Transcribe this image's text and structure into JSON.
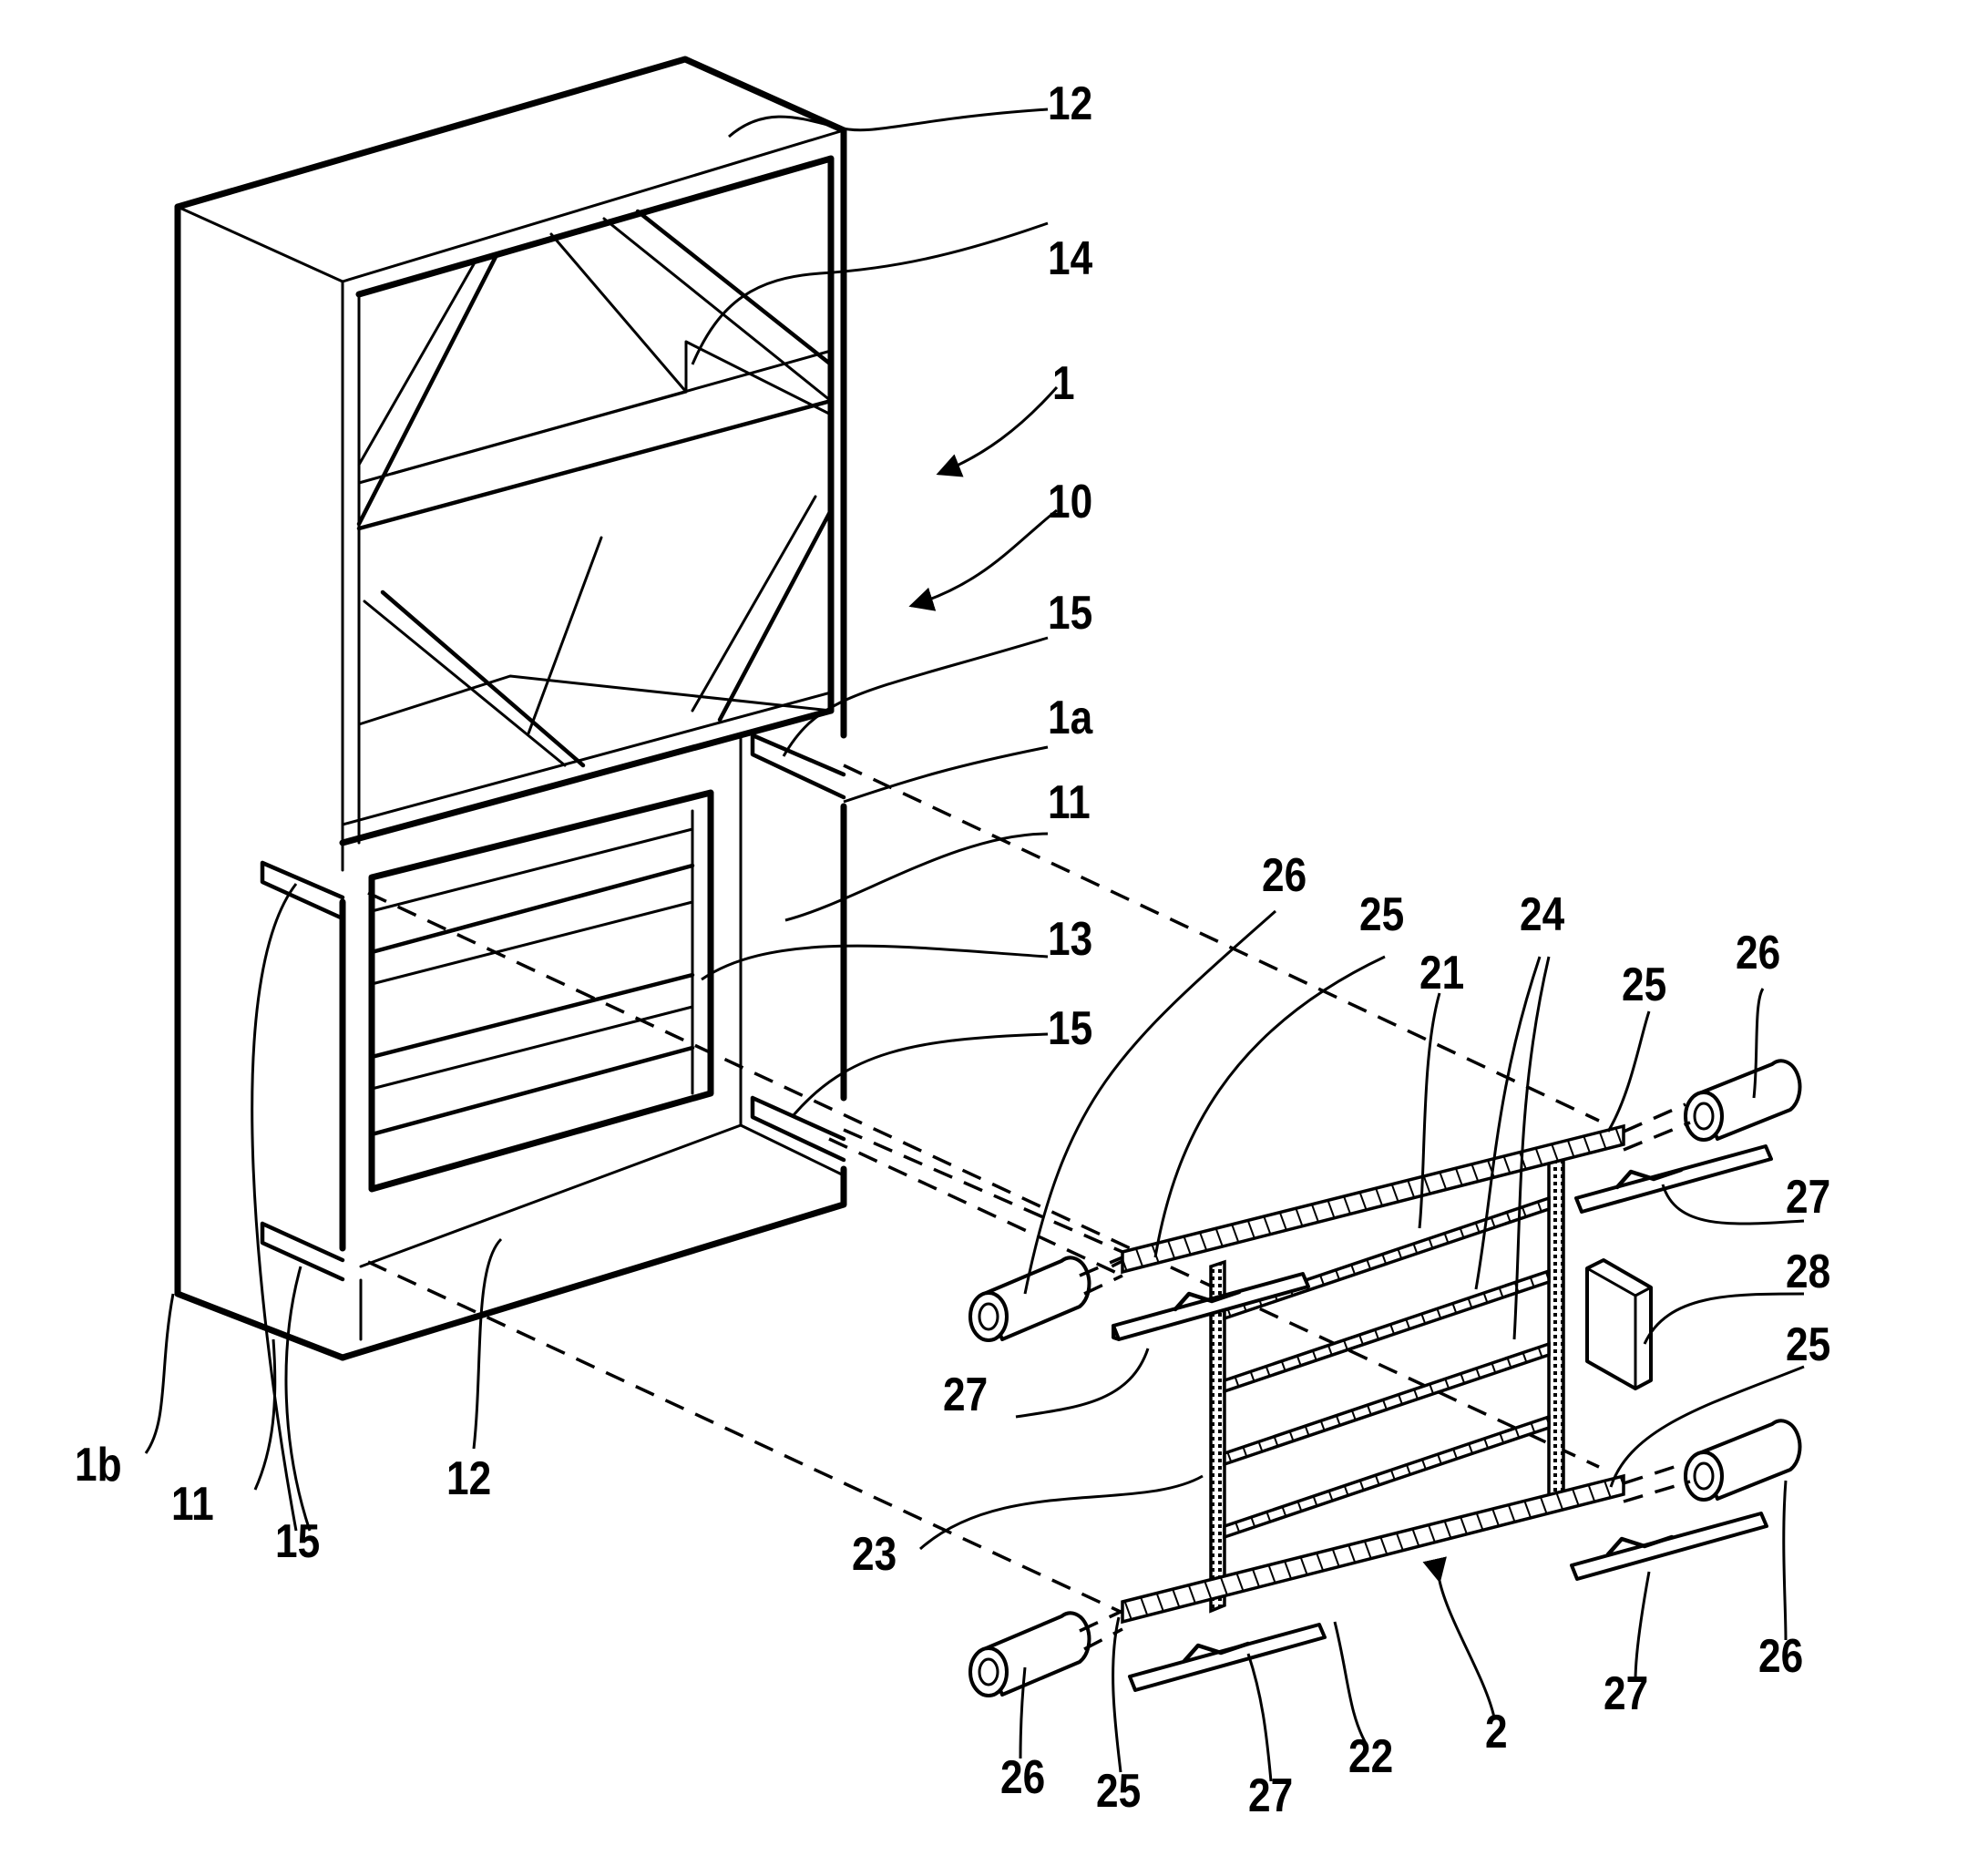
{
  "figure": {
    "description_domain": "patent-drawing",
    "ink_color": "#000000",
    "paper_color": "#ffffff"
  },
  "labels": {
    "l12_top": "12",
    "l14": "14",
    "l1": "1",
    "l10": "10",
    "l15_a": "15",
    "l1a": "1a",
    "l11_a": "11",
    "l13": "13",
    "l15_b": "15",
    "l26_a": "26",
    "l25_a": "25",
    "l24": "24",
    "l21": "21",
    "l25_b": "25",
    "l26_b": "26",
    "l27_a": "27",
    "l28": "28",
    "l25_c": "25",
    "l27_b": "27",
    "l23": "23",
    "l1b": "1b",
    "l11_b": "11",
    "l15_c": "15",
    "l12_bottom": "12",
    "l26_c": "26",
    "l25_d": "25",
    "l27_c": "27",
    "l22": "22",
    "l2": "2",
    "l27_d": "27",
    "l26_d": "26"
  }
}
